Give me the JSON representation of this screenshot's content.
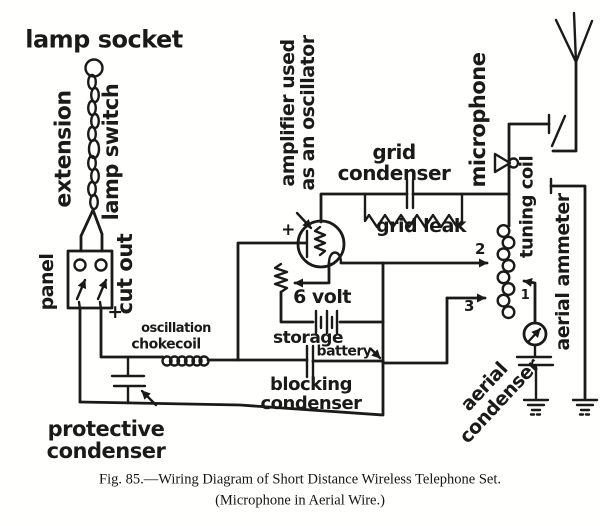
{
  "colors": {
    "ink": "#1a1a1a",
    "paper": "#fffffe"
  },
  "diagram": {
    "power_section": {
      "lamp_socket": "lamp socket",
      "extension": "extension",
      "lamp_switch": "lamp switch",
      "panel": "panel",
      "cut_out": "cut out",
      "polarity_plus": "+"
    },
    "oscillator_section": {
      "amplifier_line1": "amplifier used",
      "amplifier_line2": "as an oscillator",
      "plate_plus": "+",
      "grid_condenser_line1": "grid",
      "grid_condenser_line2": "condenser",
      "grid_leak": "grid leak",
      "six_volt": "6 volt",
      "storage": "storage",
      "battery": "battery",
      "blocking_line1": "blocking",
      "blocking_line2": "condenser",
      "oscillation_line1": "oscillation",
      "oscillation_line2": "chokecoil",
      "protective_line1": "protective",
      "protective_line2": "condenser"
    },
    "aerial_section": {
      "microphone": "microphone",
      "tuning_coil": "tuning coil",
      "aerial_ammeter": "aerial ammeter",
      "aerial_condenser_line1": "aerial",
      "aerial_condenser_line2": "condenser",
      "tap_2": "2",
      "tap_1": "1",
      "tap_3": "3"
    }
  },
  "caption": {
    "line1": "Fig. 85.—Wiring Diagram of Short Distance Wireless Telephone Set.",
    "line2": "(Microphone in Aerial Wire.)"
  }
}
